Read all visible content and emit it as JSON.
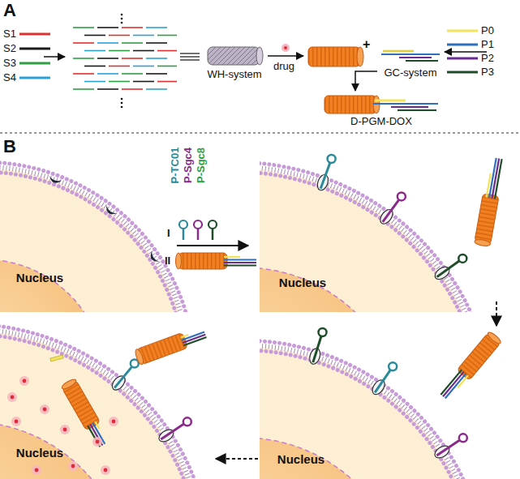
{
  "diagram": {
    "nodes": [
      {
        "text": [
          "WH-system"
        ]
      },
      {
        "text": [
          "GC-system"
        ]
      },
      {
        "text": [
          "D-PGM-DOX"
        ]
      },
      {
        "text": [
          "Nucleus"
        ]
      },
      {
        "text": [
          "Nucleus"
        ]
      },
      {
        "text": [
          "Nucleus"
        ]
      },
      {
        "text": [
          "Nucleus"
        ]
      }
    ],
    "edges": [
      {
        "from": 1,
        "to": 2,
        "arrow": "to"
      }
    ],
    "labels": [
      "A",
      "drug",
      "+",
      "B",
      "P-TC01",
      "P-Sgc4",
      "P-Sgc8",
      "I",
      "II"
    ],
    "legend": [
      {
        "text": "S1",
        "color": "#e03030"
      },
      {
        "text": "S2",
        "color": "#1a1a1a"
      },
      {
        "text": "S3",
        "color": "#2ea043"
      },
      {
        "text": "S4",
        "color": "#2aa0d8"
      },
      {
        "text": "P0",
        "color": "#f2e35a"
      },
      {
        "text": "P1",
        "color": "#2f6fc0"
      },
      {
        "text": "P2",
        "color": "#6a2c91"
      },
      {
        "text": "P3",
        "color": "#1f4d2a"
      }
    ]
  }
}
